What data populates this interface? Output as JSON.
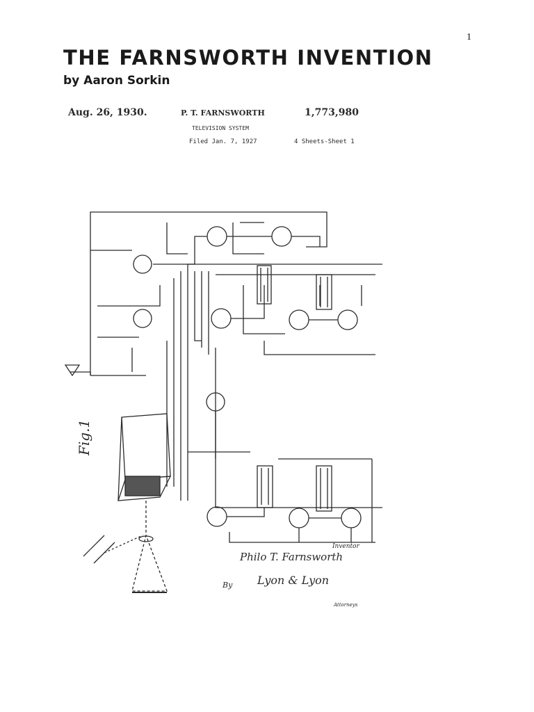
{
  "page": {
    "number": "1",
    "title": "THE FARNSWORTH INVENTION",
    "byline": "by Aaron Sorkin"
  },
  "patent": {
    "date": "Aug. 26, 1930.",
    "inventor": "P. T. FARNSWORTH",
    "number": "1,773,980",
    "subject": "TELEVISION SYSTEM",
    "filed": "Filed Jan. 7, 1927",
    "sheets": "4 Sheets-Sheet  1",
    "figure_label": "Fig.1",
    "inventor_caption": "Inventor",
    "signature": "Philo T. Farnsworth",
    "by_label": "By",
    "attorney_signature": "Lyon & Lyon",
    "attorneys_caption": "Attorneys",
    "colors": {
      "ink": "#2a2a2a",
      "paper": "#ffffff"
    }
  }
}
